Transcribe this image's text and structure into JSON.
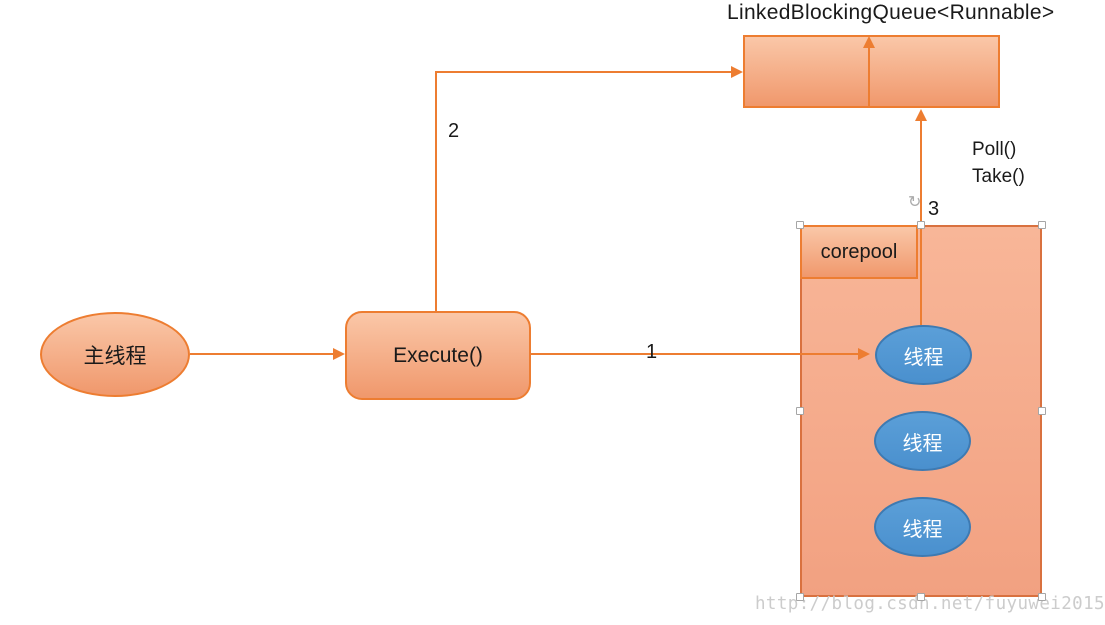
{
  "queue": {
    "title": "LinkedBlockingQueue<Runnable>"
  },
  "nodes": {
    "main_thread": {
      "label": "主线程"
    },
    "execute": {
      "label": "Execute()"
    },
    "corepool": {
      "label": "corepool"
    },
    "threads": [
      {
        "label": "线程"
      },
      {
        "label": "线程"
      },
      {
        "label": "线程"
      }
    ]
  },
  "annotations": {
    "step1": "1",
    "step2": "2",
    "step3": "3",
    "poll": "Poll()",
    "take": "Take()"
  },
  "icons": {
    "rotate_handle": "↻"
  },
  "watermark": "http://blog.csdn.net/fuyuwei2015",
  "colors": {
    "accent_orange": "#ED7D31",
    "shape_fill_light": "#FAC7A8",
    "shape_fill_dark": "#F0986C",
    "panel_fill_light": "#F8B698",
    "panel_fill_dark": "#F2A181",
    "panel_border": "#D9713F",
    "blue_fill_light": "#5B9FD8",
    "blue_fill_dark": "#4A90CE",
    "blue_border": "#3D7AB2",
    "text_color": "#1A1A1A",
    "watermark_color": "#CCCCCC",
    "handle_border": "#A6A6A6"
  }
}
